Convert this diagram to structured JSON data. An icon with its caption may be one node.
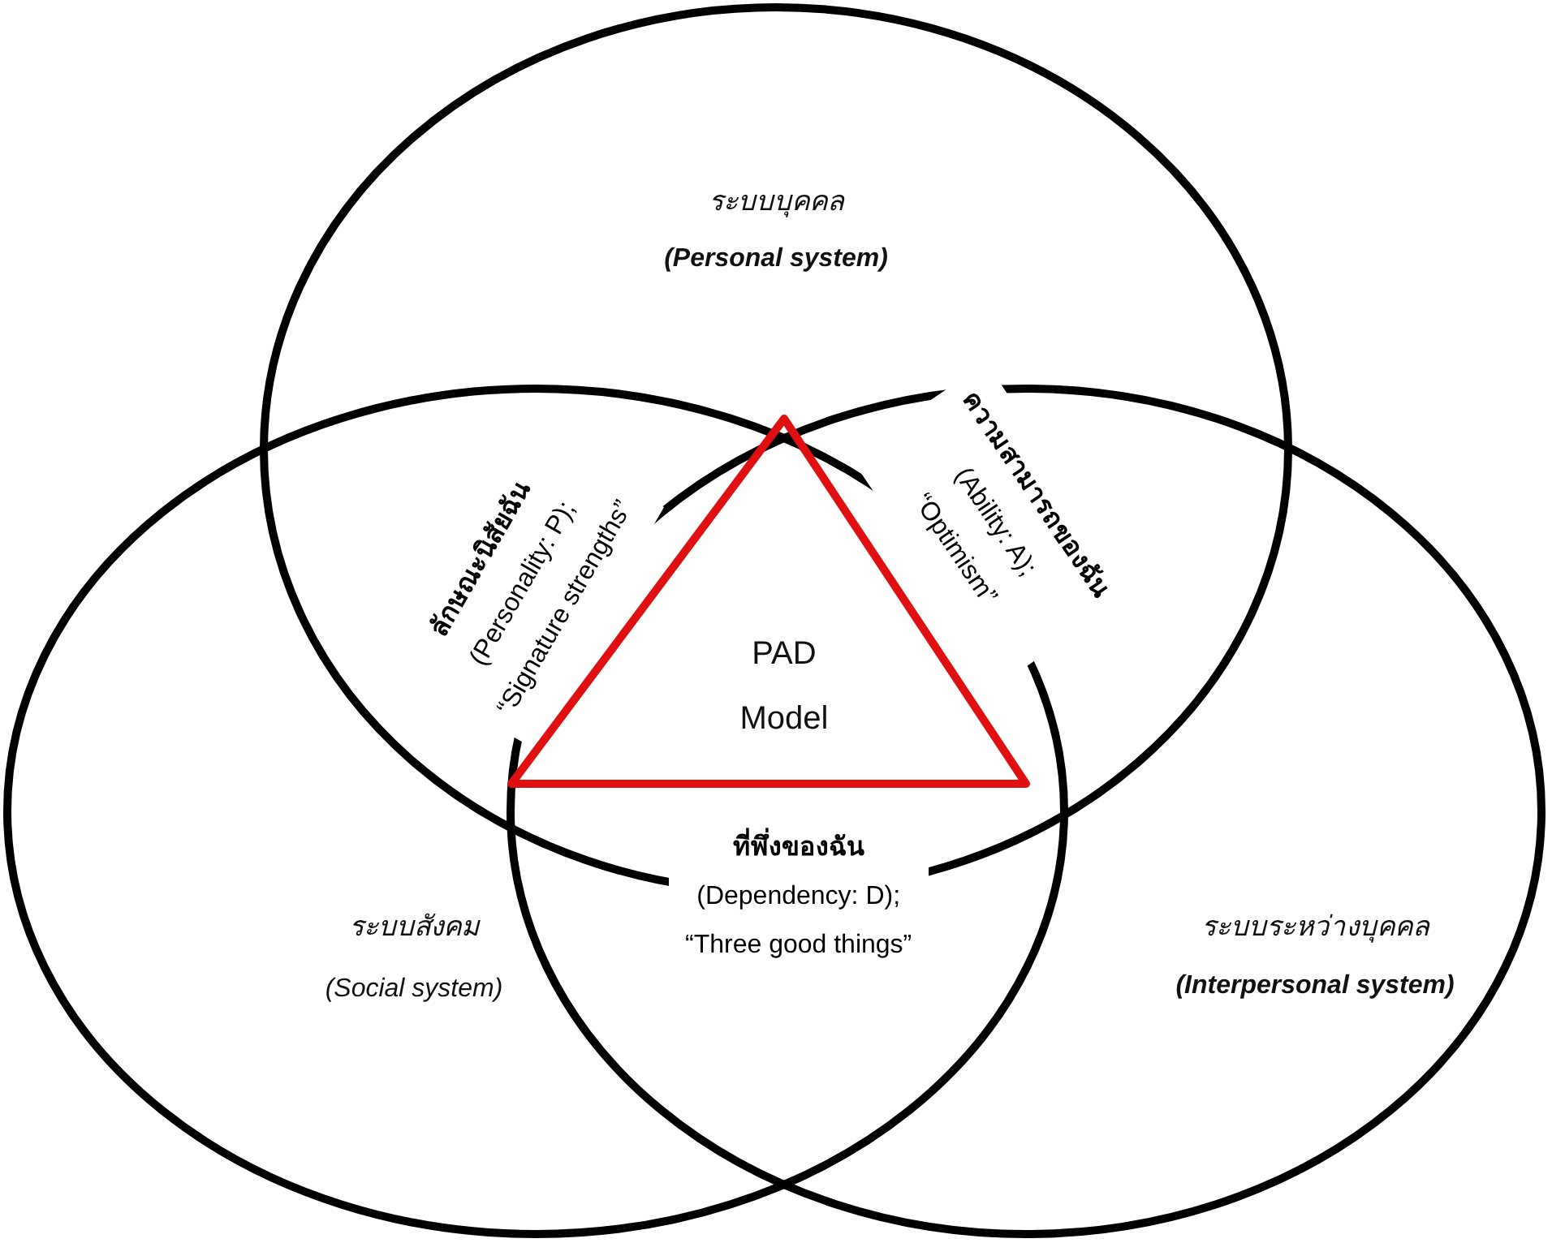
{
  "diagram": {
    "nodes": [
      {
        "text": [
          "ระบบบุคคล",
          "(Personal system)"
        ]
      },
      {
        "text": [
          "ระบบสังคม",
          "(Social system)"
        ]
      },
      {
        "text": [
          "ระบบระหว่างบุคคล",
          "(Interpersonal system)"
        ]
      },
      {
        "text": [
          "PAD Model"
        ]
      }
    ],
    "labels": [
      "ลักษณะนิสัยฉัน",
      "(Personality: P);",
      "“Signature strengths”",
      "ความสามารถของฉัน",
      "(Ability: A);",
      "“Optimism”",
      "ที่พึ่งของฉัน",
      "(Dependency: D);",
      "“Three good things”"
    ]
  }
}
